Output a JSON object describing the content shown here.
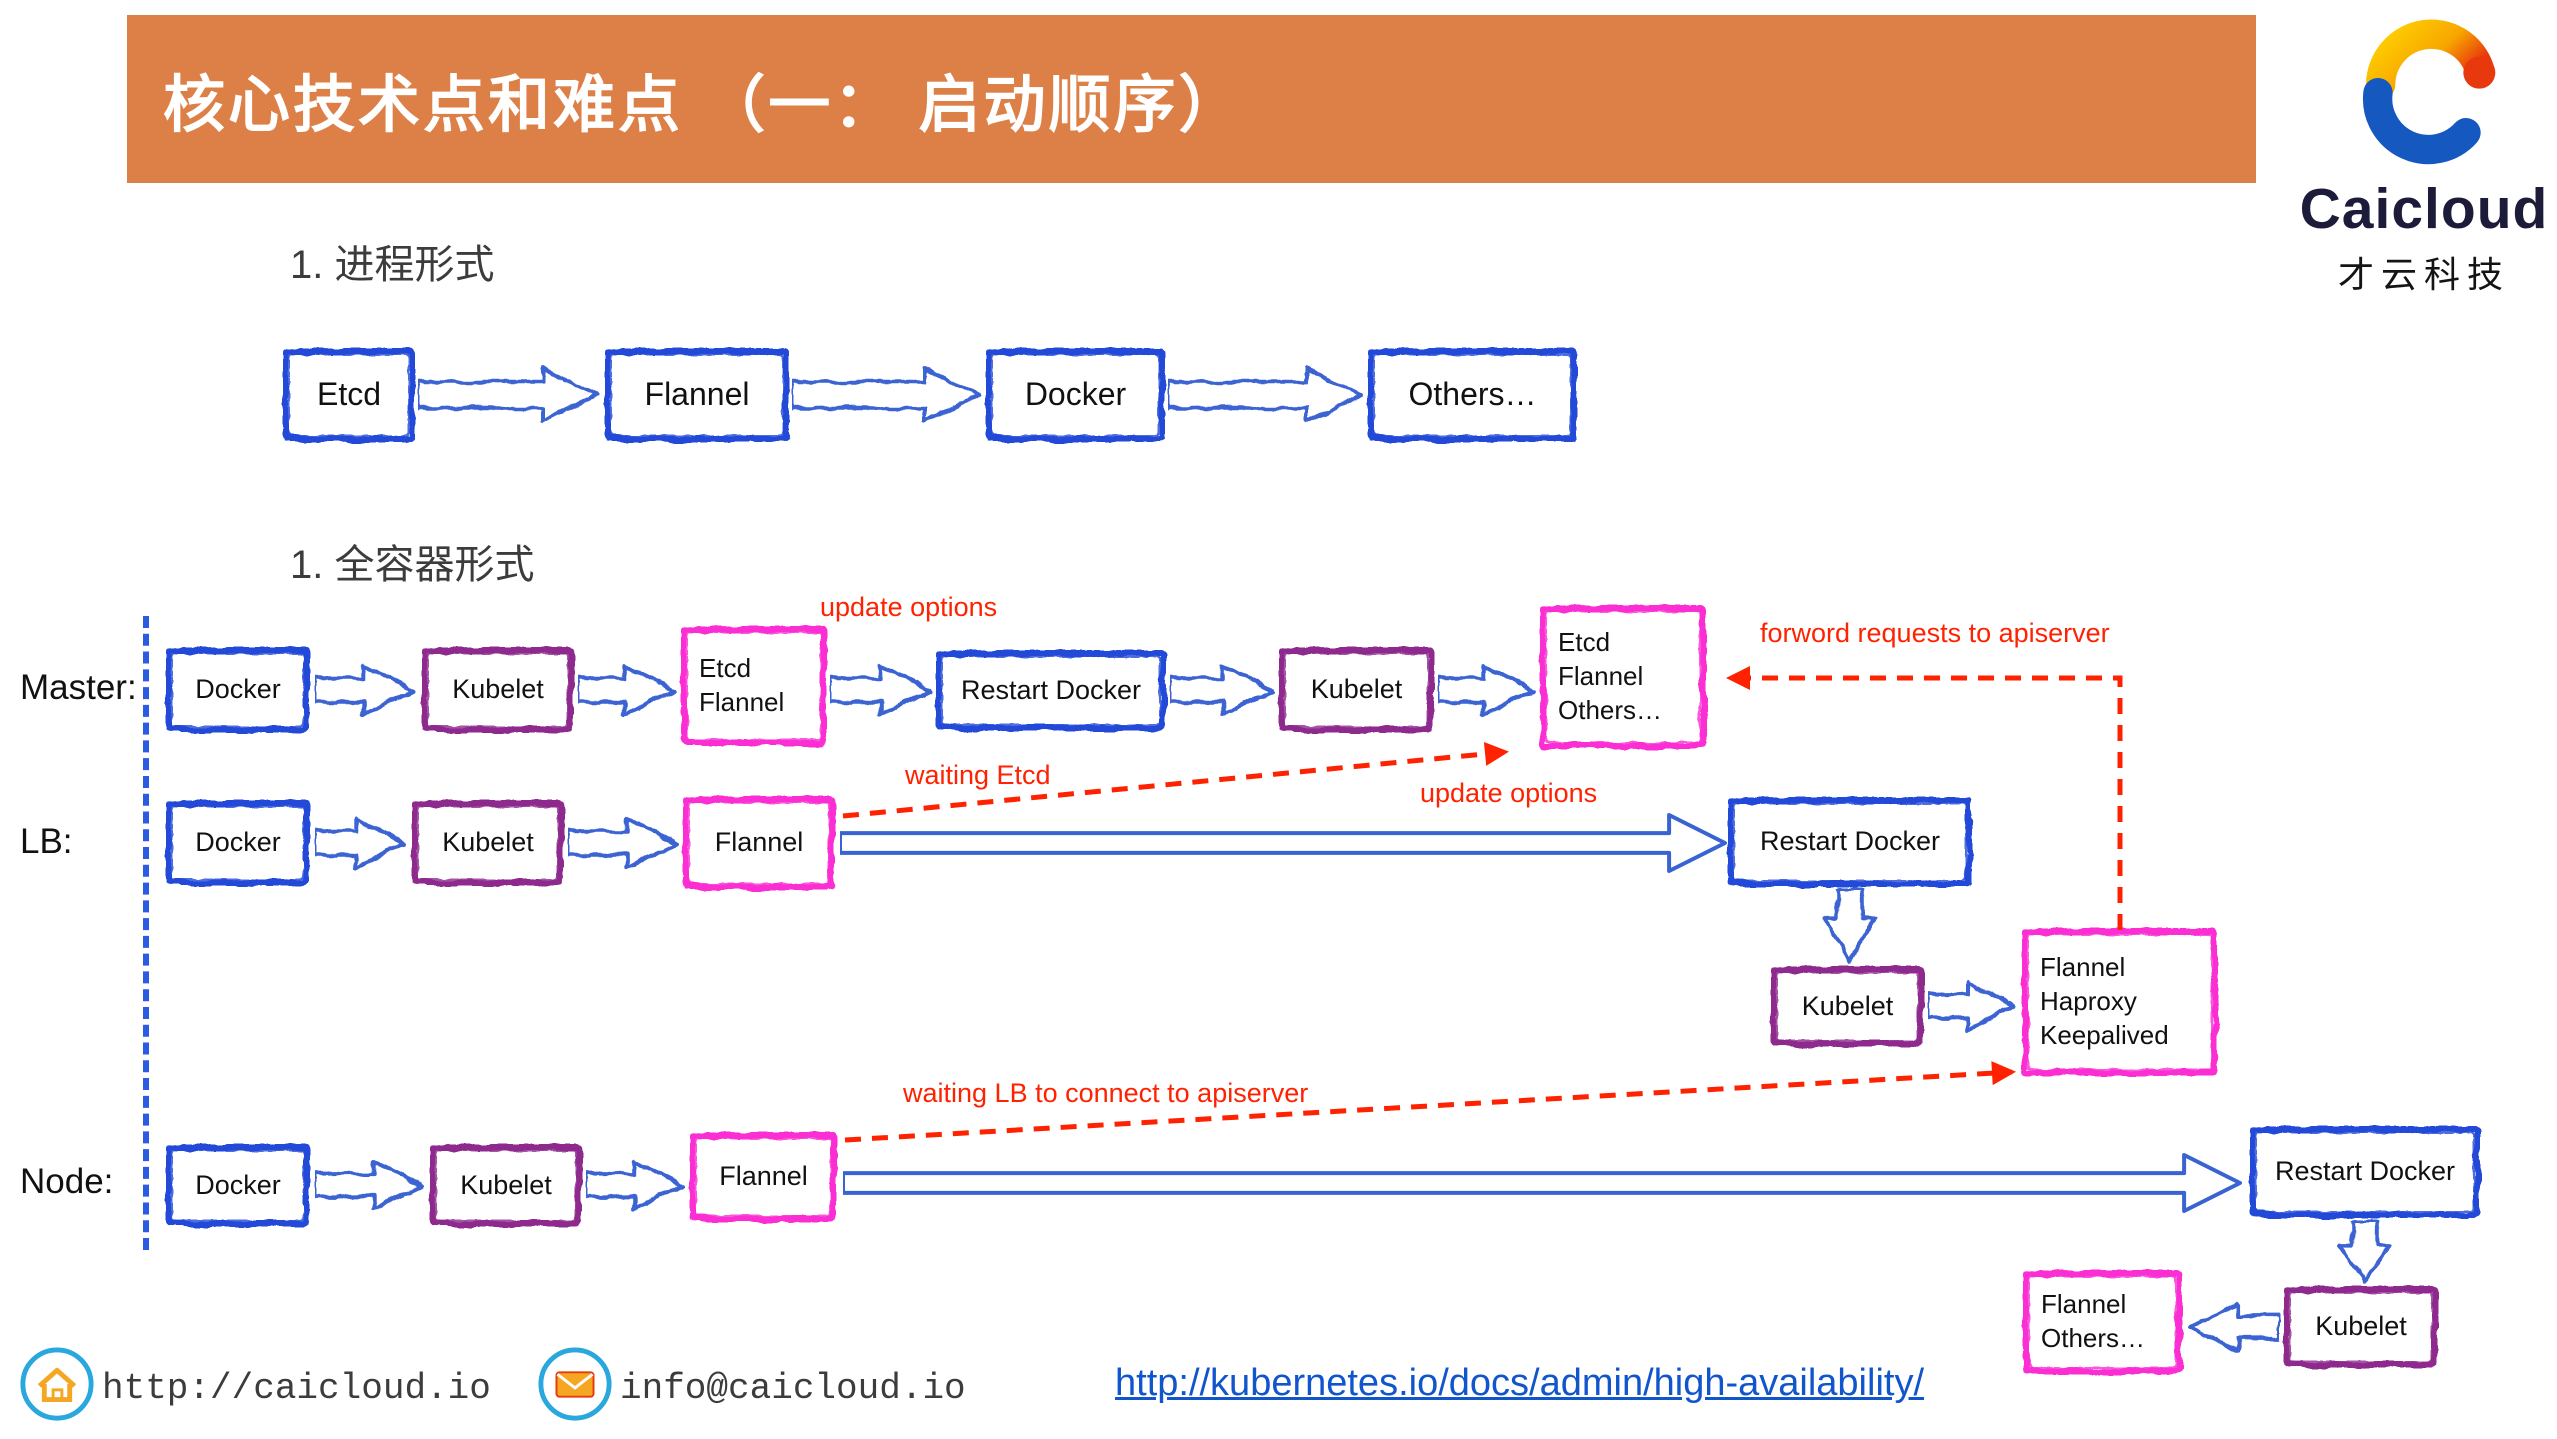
{
  "header": {
    "title": "核心技术点和难点 （一： 启动顺序）"
  },
  "logo": {
    "brand": "Caicloud",
    "subtitle": "才云科技"
  },
  "sections": {
    "process_heading": "1. 进程形式",
    "container_heading": "1. 全容器形式"
  },
  "process_flow": {
    "boxes": [
      {
        "label": "Etcd"
      },
      {
        "label": "Flannel"
      },
      {
        "label": "Docker"
      },
      {
        "label": "Others…"
      }
    ]
  },
  "rows": {
    "master": {
      "label": "Master:",
      "boxes": [
        {
          "label": "Docker"
        },
        {
          "label": "Kubelet"
        },
        {
          "label": "Etcd\nFlannel"
        },
        {
          "label": "Restart Docker"
        },
        {
          "label": "Kubelet"
        },
        {
          "label": "Etcd\nFlannel\nOthers…"
        }
      ]
    },
    "lb": {
      "label": "LB:",
      "boxes": [
        {
          "label": "Docker"
        },
        {
          "label": "Kubelet"
        },
        {
          "label": "Flannel"
        },
        {
          "label": "Restart Docker"
        },
        {
          "label": "Kubelet"
        },
        {
          "label": "Flannel\nHaproxy\nKeepalived"
        }
      ]
    },
    "node": {
      "label": "Node:",
      "boxes": [
        {
          "label": "Docker"
        },
        {
          "label": "Kubelet"
        },
        {
          "label": "Flannel"
        },
        {
          "label": "Restart Docker"
        },
        {
          "label": "Kubelet"
        },
        {
          "label": "Flannel\nOthers…"
        }
      ]
    }
  },
  "annotations": {
    "update_options_master": "update options",
    "forward_requests": "forword requests to apiserver",
    "waiting_etcd": "waiting Etcd",
    "update_options_lb": "update options",
    "waiting_lb": "waiting LB to connect to apiserver"
  },
  "footer": {
    "website": "http://caicloud.io",
    "email": "info@caicloud.io",
    "link": "http://kubernetes.io/docs/admin/high-availability/"
  },
  "colors": {
    "header_bg": "#dd8047",
    "box_blue": "#2448d8",
    "box_purple": "#8e2a8e",
    "box_magenta": "#fb2fd4",
    "arrow_blue": "#3a63d2",
    "annotation_red": "#ff2200",
    "link_blue": "#1155cc",
    "dotted_line_blue": "#2b5be0"
  }
}
